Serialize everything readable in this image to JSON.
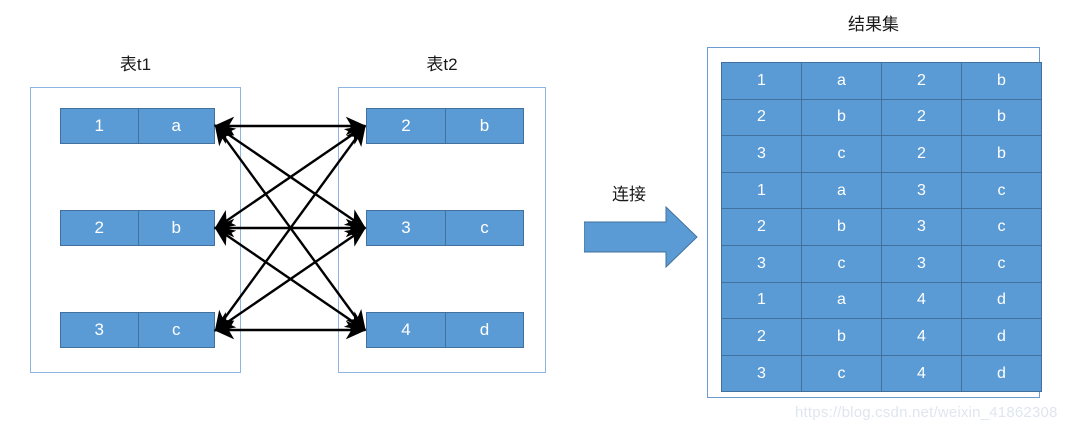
{
  "diagram": {
    "title_left": "表t1",
    "title_right": "表t2",
    "title_result": "结果集",
    "join_label": "连接",
    "watermark": "https://blog.csdn.net/weixin_41862308",
    "colors": {
      "cell_fill": "#5B9BD5",
      "cell_border": "#41719C",
      "panel_border": "#8eb4e3",
      "arrow": "#000000",
      "block_arrow_fill": "#5B9BD5",
      "block_arrow_stroke": "#41719C",
      "text_on_cell": "#ffffff",
      "label_text": "#1a1a1a",
      "watermark_text": "#dfe6ef"
    }
  },
  "table_t1": {
    "name": "表t1",
    "rows": [
      {
        "id": "1",
        "val": "a"
      },
      {
        "id": "2",
        "val": "b"
      },
      {
        "id": "3",
        "val": "c"
      }
    ]
  },
  "table_t2": {
    "name": "表t2",
    "rows": [
      {
        "id": "2",
        "val": "b"
      },
      {
        "id": "3",
        "val": "c"
      },
      {
        "id": "4",
        "val": "d"
      }
    ]
  },
  "connections": {
    "description": "complete bipartite double-headed arrows",
    "pairs": [
      [
        "1",
        "2"
      ],
      [
        "1",
        "3"
      ],
      [
        "1",
        "4"
      ],
      [
        "2",
        "2"
      ],
      [
        "2",
        "3"
      ],
      [
        "2",
        "4"
      ],
      [
        "3",
        "2"
      ],
      [
        "3",
        "3"
      ],
      [
        "3",
        "4"
      ]
    ]
  },
  "result_set": {
    "name": "结果集",
    "columns": 4,
    "rows": [
      [
        "1",
        "a",
        "2",
        "b"
      ],
      [
        "2",
        "b",
        "2",
        "b"
      ],
      [
        "3",
        "c",
        "2",
        "b"
      ],
      [
        "1",
        "a",
        "3",
        "c"
      ],
      [
        "2",
        "b",
        "3",
        "c"
      ],
      [
        "3",
        "c",
        "3",
        "c"
      ],
      [
        "1",
        "a",
        "4",
        "d"
      ],
      [
        "2",
        "b",
        "4",
        "d"
      ],
      [
        "3",
        "c",
        "4",
        "d"
      ]
    ]
  }
}
